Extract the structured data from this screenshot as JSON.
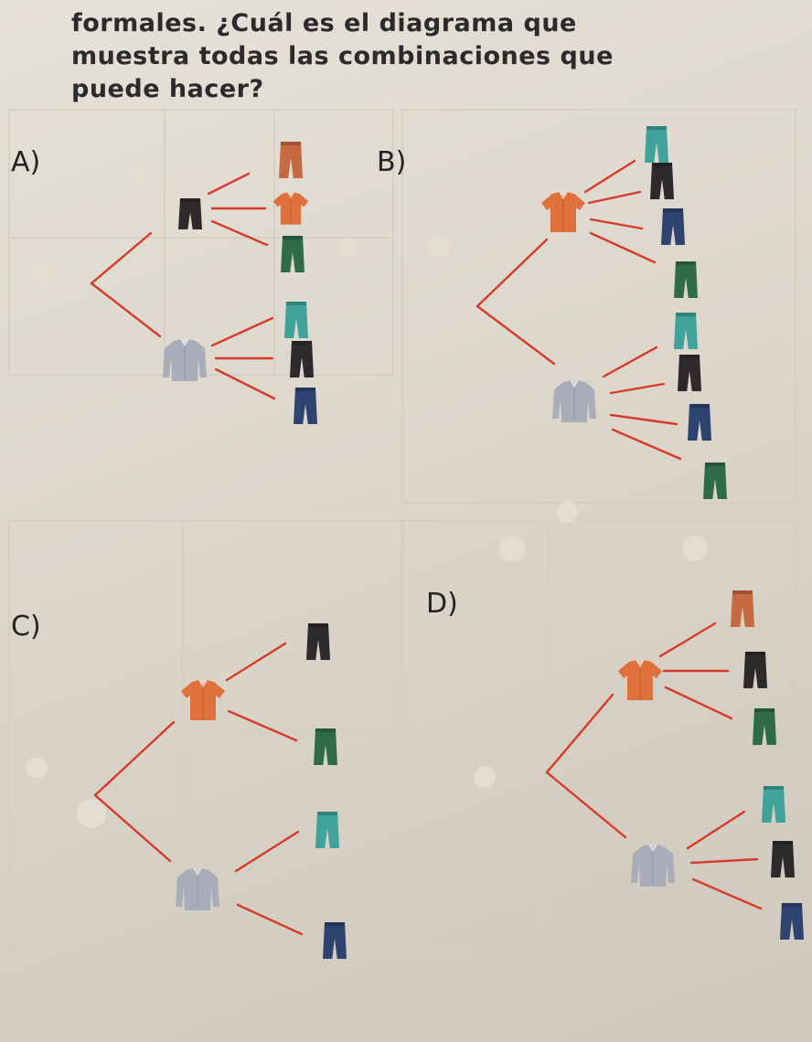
{
  "question": {
    "text": "formales. ¿Cuál es el diagrama que muestra todas las combinaciones que puede hacer?"
  },
  "options": [
    {
      "label": "A)"
    },
    {
      "label": "B)"
    },
    {
      "label": "C)"
    },
    {
      "label": "D)"
    }
  ],
  "colors": {
    "line": "#d83a2a",
    "orange_shirt": "#e0703c",
    "gray_shirt": "#a9adba",
    "black_pants": "#2d2a2b",
    "green_pants": "#2f6b49",
    "teal_pants": "#3fa39b",
    "navy_pants": "#2f4370",
    "rust_pants": "#c56a43"
  },
  "icons": {
    "shirt": "shirt-icon",
    "pants": "pants-icon"
  }
}
